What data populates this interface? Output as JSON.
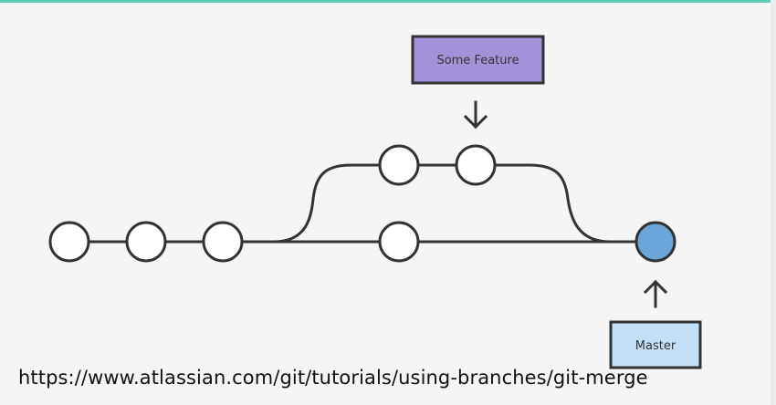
{
  "colors": {
    "background": "#f5f5f5",
    "accent": "#5ccfb4",
    "line": "#333333",
    "commit_fill": "#ffffff",
    "merge_commit_fill": "#6aa6d9",
    "feature_label_fill": "#a391d9",
    "master_label_fill": "#c4e0f7"
  },
  "labels": {
    "feature": "Some Feature",
    "master": "Master"
  },
  "caption": {
    "url": "https://www.atlassian.com/git/tutorials/using-branches/git-merge"
  }
}
